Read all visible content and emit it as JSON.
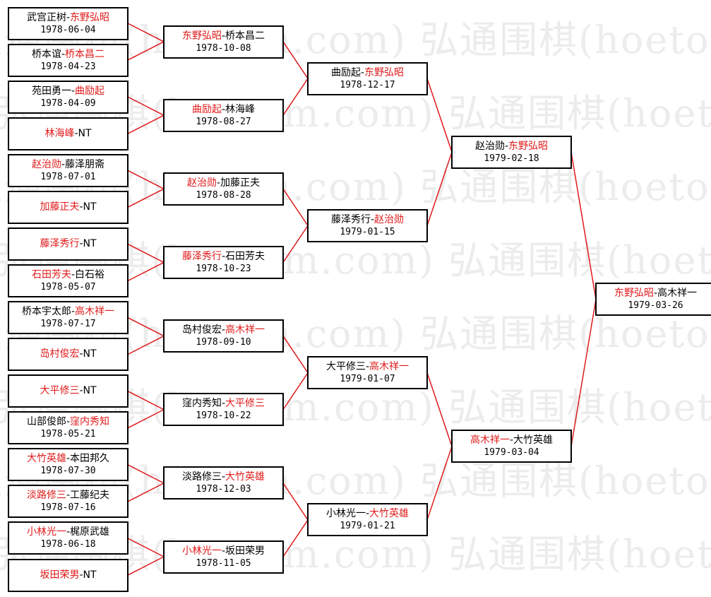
{
  "watermark": "弘通围棋(hoetom.com)",
  "colors": {
    "winner": "#e01b1b",
    "line": "#e01b1b",
    "border": "#000000"
  },
  "bracket": {
    "round1": [
      {
        "left": "武宫正树",
        "right": "东野弘昭",
        "winner": "right",
        "date": "1978-06-04"
      },
      {
        "left": "桥本谊",
        "right": "桥本昌二",
        "winner": "right",
        "date": "1978-04-23"
      },
      {
        "left": "苑田勇一",
        "right": "曲励起",
        "winner": "right",
        "date": "1978-04-09"
      },
      {
        "left": "林海峰",
        "right": "NT",
        "winner": "left",
        "date": ""
      },
      {
        "left": "赵治勋",
        "right": "藤泽朋斋",
        "winner": "left",
        "date": "1978-07-01"
      },
      {
        "left": "加藤正夫",
        "right": "NT",
        "winner": "left",
        "date": ""
      },
      {
        "left": "藤泽秀行",
        "right": "NT",
        "winner": "left",
        "date": ""
      },
      {
        "left": "石田芳夫",
        "right": "白石裕",
        "winner": "left",
        "date": "1978-05-07"
      },
      {
        "left": "桥本宇太郎",
        "right": "高木祥一",
        "winner": "right",
        "date": "1978-07-17"
      },
      {
        "left": "岛村俊宏",
        "right": "NT",
        "winner": "left",
        "date": ""
      },
      {
        "left": "大平修三",
        "right": "NT",
        "winner": "left",
        "date": ""
      },
      {
        "left": "山部俊郎",
        "right": "窪内秀知",
        "winner": "right",
        "date": "1978-05-21"
      },
      {
        "left": "大竹英雄",
        "right": "本田邦久",
        "winner": "left",
        "date": "1978-07-30"
      },
      {
        "left": "淡路修三",
        "right": "工藤纪夫",
        "winner": "left",
        "date": "1978-07-16"
      },
      {
        "left": "小林光一",
        "right": "梶原武雄",
        "winner": "left",
        "date": "1978-06-18"
      },
      {
        "left": "坂田荣男",
        "right": "NT",
        "winner": "left",
        "date": ""
      }
    ],
    "round2": [
      {
        "left": "东野弘昭",
        "right": "桥本昌二",
        "winner": "left",
        "date": "1978-10-08"
      },
      {
        "left": "曲励起",
        "right": "林海峰",
        "winner": "left",
        "date": "1978-08-27"
      },
      {
        "left": "赵治勋",
        "right": "加藤正夫",
        "winner": "left",
        "date": "1978-08-28"
      },
      {
        "left": "藤泽秀行",
        "right": "石田芳夫",
        "winner": "left",
        "date": "1978-10-23"
      },
      {
        "left": "岛村俊宏",
        "right": "高木祥一",
        "winner": "right",
        "date": "1978-09-10"
      },
      {
        "left": "窪内秀知",
        "right": "大平修三",
        "winner": "right",
        "date": "1978-10-22"
      },
      {
        "left": "淡路修三",
        "right": "大竹英雄",
        "winner": "right",
        "date": "1978-12-03"
      },
      {
        "left": "小林光一",
        "right": "坂田荣男",
        "winner": "left",
        "date": "1978-11-05"
      }
    ],
    "round3": [
      {
        "left": "曲励起",
        "right": "东野弘昭",
        "winner": "right",
        "date": "1978-12-17"
      },
      {
        "left": "藤泽秀行",
        "right": "赵治勋",
        "winner": "right",
        "date": "1979-01-15"
      },
      {
        "left": "大平修三",
        "right": "高木祥一",
        "winner": "right",
        "date": "1979-01-07"
      },
      {
        "left": "小林光一",
        "right": "大竹英雄",
        "winner": "right",
        "date": "1979-01-21"
      }
    ],
    "round4": [
      {
        "left": "赵治勋",
        "right": "东野弘昭",
        "winner": "right",
        "date": "1979-02-18"
      },
      {
        "left": "高木祥一",
        "right": "大竹英雄",
        "winner": "left",
        "date": "1979-03-04"
      }
    ],
    "final": [
      {
        "left": "东野弘昭",
        "right": "高木祥一",
        "winner": "left",
        "date": "1979-03-26"
      }
    ]
  }
}
